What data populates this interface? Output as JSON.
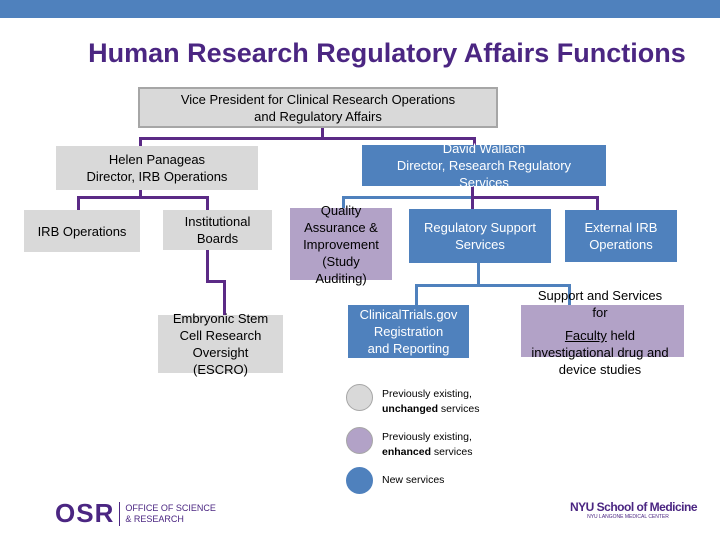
{
  "title": "Human Research Regulatory Affairs Functions",
  "colors": {
    "banner": "#4f81bd",
    "title": "#4b2682",
    "unchanged": "#d9d9d9",
    "enhanced": "#b2a2c7",
    "new": "#4f81bd",
    "connector": "#5b2a86"
  },
  "nodes": {
    "vp": {
      "line1": "Vice President for Clinical Research Operations",
      "line2": "and Regulatory Affairs"
    },
    "helen": {
      "line1": "Helen Panageas",
      "line2": "Director, IRB Operations"
    },
    "david": {
      "line1": "David Wallach",
      "line2": "Director, Research Regulatory",
      "line3": "Services"
    },
    "irb_ops": "IRB Operations",
    "inst_boards": {
      "line1": "Institutional",
      "line2": "Boards"
    },
    "escro": {
      "line1": "Embryonic Stem",
      "line2": "Cell Research",
      "line3": "Oversight",
      "line4": "(ESCRO)"
    },
    "qa": {
      "line1": "Quality",
      "line2": "Assurance &",
      "line3": "Improvement",
      "line4": "(Study",
      "line5": "Auditing)"
    },
    "reg_support": {
      "line1": "Regulatory Support",
      "line2": "Services"
    },
    "ext_irb": {
      "line1": "External IRB",
      "line2": "Operations"
    },
    "ctgov": {
      "line1": "ClinicalTrials.gov",
      "line2": "Registration",
      "line3": "and Reporting"
    },
    "support": {
      "line1": "Support and Services",
      "line2": "for",
      "line3_u": "Faculty",
      "line3_rest": " held",
      "line4": "investigational drug and",
      "line5": "device studies"
    }
  },
  "legend": [
    {
      "line1": "Previously existing,",
      "bold": "unchanged",
      "rest": " services"
    },
    {
      "line1": "Previously existing,",
      "bold": "enhanced",
      "rest": " services"
    },
    {
      "line1": "New services"
    }
  ],
  "footer": {
    "osr": "OSR",
    "osr_line1": "OFFICE OF SCIENCE",
    "osr_line2": "& RESEARCH",
    "nyu": "NYU School of Medicine",
    "nyu_sub": "NYU LANGONE MEDICAL CENTER"
  }
}
